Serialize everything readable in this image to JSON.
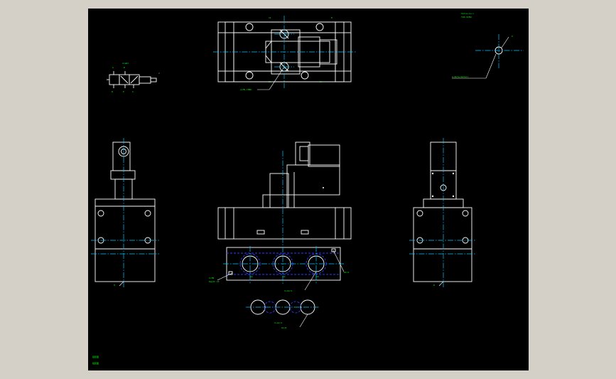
{
  "labels": {
    "top_right_1": "Valve—Lo—l",
    "top_right_2": "TOP—VIEW",
    "top_right_callout": "6",
    "top_right_leader": "A—Note—Detail",
    "top_view_callout": "4—M5—THRU",
    "top_view_dim_a": "11",
    "top_view_dim_b": "8",
    "top_view_dim_c": "21",
    "top_view_dim_d": "16",
    "symbol_title": "4—WAY",
    "symbol_port_a": "A",
    "symbol_port_b": "B",
    "symbol_port_r": "R",
    "symbol_port_p": "P",
    "symbol_port_s": "S",
    "symbol_coil": "2",
    "front_left_callout": "2—M6",
    "front_left_callout2": "Depth 10",
    "front_mid_callout": "3—G1/4",
    "front_right_callout": "R1/4",
    "front_side_a": "14",
    "front_side_b": "12",
    "front_side_c": "10",
    "ports_callout": "3—G1/4",
    "ports_callout2": "G1/8",
    "left_view_dim": "H",
    "right_view_dim": "W",
    "footer_1": "组装图",
    "footer_2": "组装图"
  },
  "colors": {
    "background": "#000000",
    "outline": "#ffffff",
    "centerline": "#00c8ff",
    "hidden": "#2a3cff",
    "annotation": "#00ff00",
    "frame": "#d4d0c8"
  }
}
